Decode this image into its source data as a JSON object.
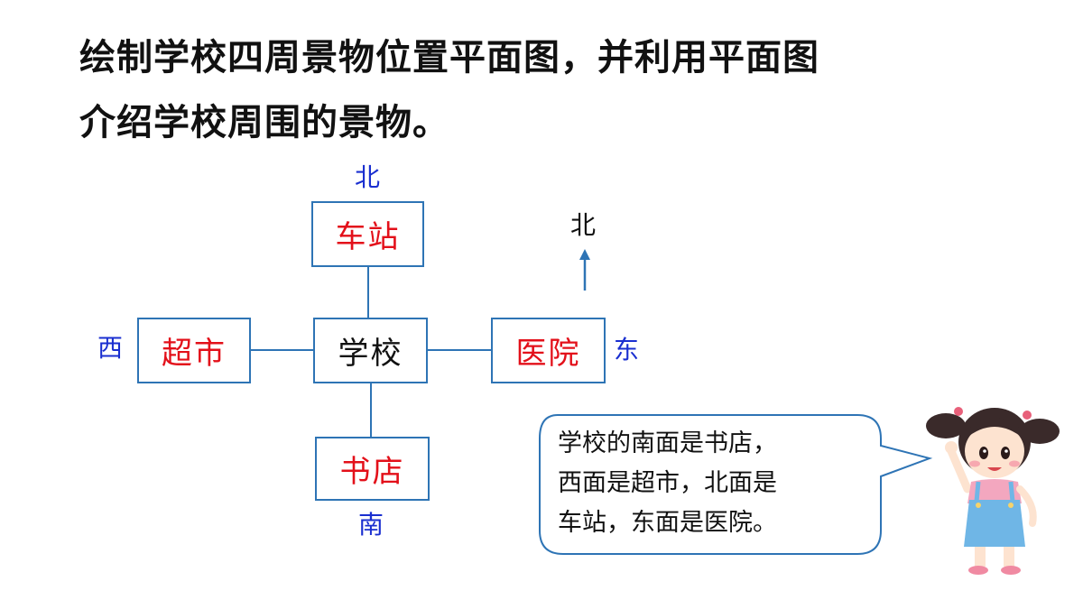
{
  "title": {
    "line1": "绘制学校四周景物位置平面图，并利用平面图",
    "line2": "介绍学校周围的景物。"
  },
  "diagram": {
    "center": "学校",
    "north_place": "车站",
    "south_place": "书店",
    "west_place": "超市",
    "east_place": "医院",
    "label_north": "北",
    "label_south": "南",
    "label_west": "西",
    "label_east": "东"
  },
  "compass": {
    "label": "北"
  },
  "speech": {
    "line1": "学校的南面是书店，",
    "line2": "西面是超市，北面是",
    "line3": "车站，东面是医院。"
  },
  "colors": {
    "place_text": "#e3101a",
    "direction_text": "#1a2fd0",
    "box_border": "#2e74b5"
  }
}
